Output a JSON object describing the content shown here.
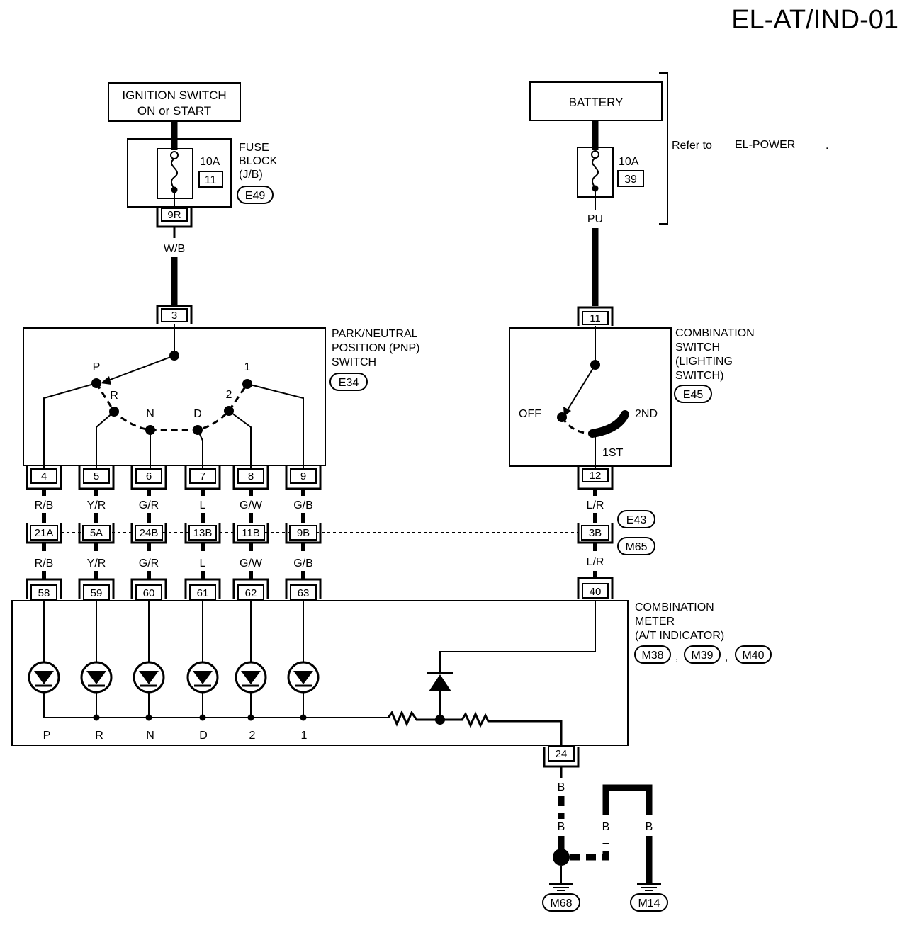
{
  "page_code": "EL-AT/IND-01",
  "ignition": {
    "line1": "IGNITION SWITCH",
    "line2": "ON or START"
  },
  "fuse_block": {
    "rating": "10A",
    "fuse_no": "11",
    "name_line1": "FUSE",
    "name_line2": "BLOCK",
    "name_line3": "(J/B)",
    "connector": "E49",
    "terminal": "9R",
    "wire": "W/B"
  },
  "battery": {
    "label": "BATTERY",
    "rating": "10A",
    "fuse_no": "39",
    "wire": "PU",
    "refer_prefix": "Refer to",
    "refer_target": "EL-POWER",
    "refer_suffix": "."
  },
  "pnp_switch": {
    "name_line1": "PARK/NEUTRAL",
    "name_line2": "POSITION (PNP)",
    "name_line3": "SWITCH",
    "connector": "E34",
    "input_terminal": "3",
    "positions": [
      "P",
      "R",
      "N",
      "D",
      "2",
      "1"
    ],
    "terminals": [
      "4",
      "5",
      "6",
      "7",
      "8",
      "9"
    ]
  },
  "combination_switch": {
    "name_line1": "COMBINATION",
    "name_line2": "SWITCH",
    "name_line3": "(LIGHTING",
    "name_line4": "SWITCH)",
    "connector": "E45",
    "input_terminal": "11",
    "output_terminal": "12",
    "positions": [
      "OFF",
      "1ST",
      "2ND"
    ]
  },
  "harness": {
    "wires_upper": [
      "R/B",
      "Y/R",
      "G/R",
      "L",
      "G/W",
      "G/B",
      "L/R"
    ],
    "joint_terminals": [
      "21A",
      "5A",
      "24B",
      "13B",
      "11B",
      "9B",
      "3B"
    ],
    "wires_lower": [
      "R/B",
      "Y/R",
      "G/R",
      "L",
      "G/W",
      "G/B",
      "L/R"
    ],
    "connector_upper": "E43",
    "connector_lower": "M65"
  },
  "meter": {
    "name_line1": "COMBINATION",
    "name_line2": "METER",
    "name_line3": "(A/T INDICATOR)",
    "connectors": [
      "M38",
      "M39",
      "M40"
    ],
    "terminals": [
      "58",
      "59",
      "60",
      "61",
      "62",
      "63"
    ],
    "illum_terminal": "40",
    "indicator_labels": [
      "P",
      "R",
      "N",
      "D",
      "2",
      "1"
    ],
    "ground_terminal": "24"
  },
  "ground": {
    "wires": [
      "B",
      "B",
      "B",
      "B"
    ],
    "points": [
      "M68",
      "M14"
    ]
  }
}
